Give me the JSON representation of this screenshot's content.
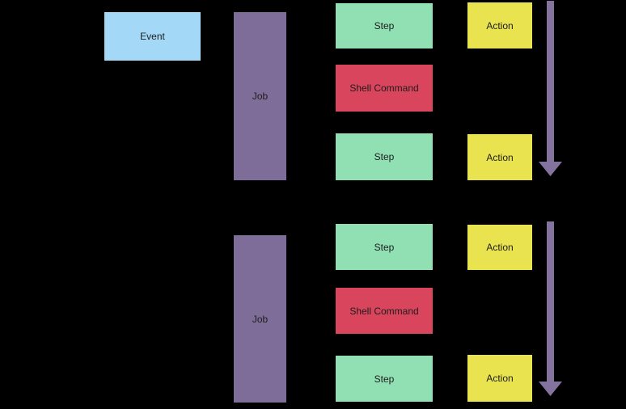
{
  "workflow": {
    "event": {
      "label": "Event"
    },
    "jobs": [
      {
        "label": "Job",
        "steps": [
          {
            "kind": "step",
            "label": "Step"
          },
          {
            "kind": "shell-command",
            "label": "Shell Command"
          },
          {
            "kind": "step",
            "label": "Step"
          }
        ],
        "actions": [
          {
            "label": "Action"
          },
          {
            "label": "Action"
          }
        ],
        "runner_arrow": {
          "direction": "down"
        }
      },
      {
        "label": "Job",
        "steps": [
          {
            "kind": "step",
            "label": "Step"
          },
          {
            "kind": "shell-command",
            "label": "Shell Command"
          },
          {
            "kind": "step",
            "label": "Step"
          }
        ],
        "actions": [
          {
            "label": "Action"
          },
          {
            "label": "Action"
          }
        ],
        "runner_arrow": {
          "direction": "down"
        }
      }
    ],
    "colors": {
      "background": "#000000",
      "event": "#a3d9f7",
      "job": "#7e6d98",
      "step": "#90e0b3",
      "shell_command": "#d8455c",
      "action": "#e9e350",
      "arrow": "#84739d",
      "label_text": "#1d1d1d"
    }
  }
}
